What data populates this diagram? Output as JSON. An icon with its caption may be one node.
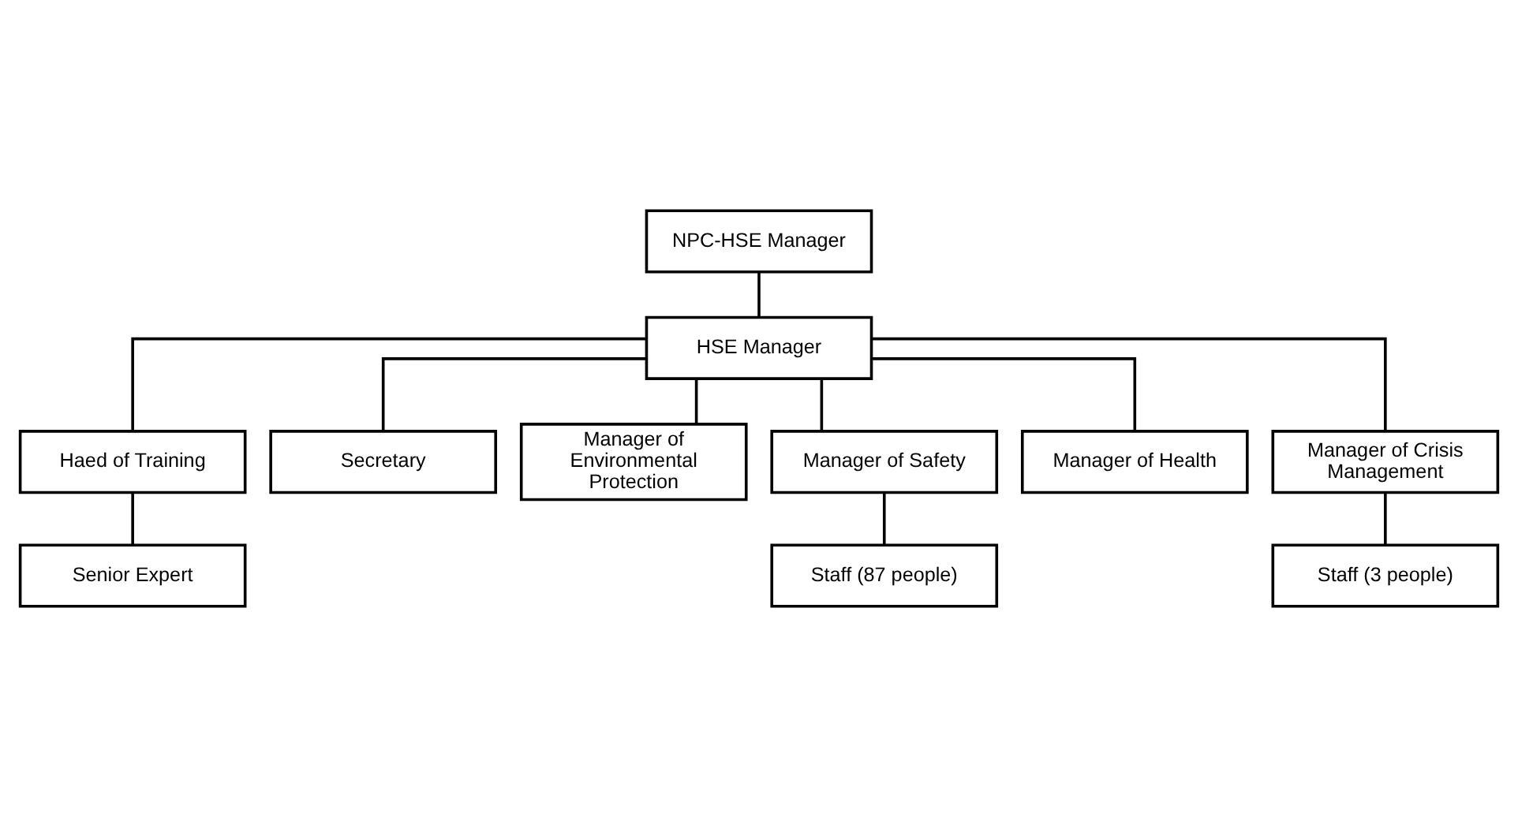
{
  "diagram": {
    "nodes": [
      {
        "text": [
          "NPC-HSE Manager"
        ]
      },
      {
        "text": [
          "HSE Manager"
        ]
      },
      {
        "text": [
          "Haed of Training"
        ]
      },
      {
        "text": [
          "Secretary"
        ]
      },
      {
        "text": [
          "Senior Expert"
        ]
      },
      {
        "text": [
          "Manager of Environmental Protection"
        ]
      },
      {
        "text": [
          "Manager of Safety"
        ]
      },
      {
        "text": [
          "Manager of Health"
        ]
      },
      {
        "text": [
          "Manager of Crisis Management"
        ]
      },
      {
        "text": [
          "Staff (87 people)"
        ]
      },
      {
        "text": [
          "Staff (3 people)"
        ]
      }
    ],
    "edges": [
      {
        "from": 0,
        "to": 1,
        "arrow": "none"
      },
      {
        "from": 1,
        "to": 2,
        "arrow": "none"
      },
      {
        "from": 1,
        "to": 3,
        "arrow": "none"
      },
      {
        "from": 2,
        "to": 4,
        "arrow": "none"
      },
      {
        "from": 1,
        "to": 5,
        "arrow": "none"
      },
      {
        "from": 1,
        "to": 6,
        "arrow": "none"
      },
      {
        "from": 1,
        "to": 7,
        "arrow": "none"
      },
      {
        "from": 1,
        "to": 8,
        "arrow": "none"
      },
      {
        "from": 6,
        "to": 9,
        "arrow": "none"
      },
      {
        "from": 8,
        "to": 10,
        "arrow": "none"
      }
    ]
  }
}
